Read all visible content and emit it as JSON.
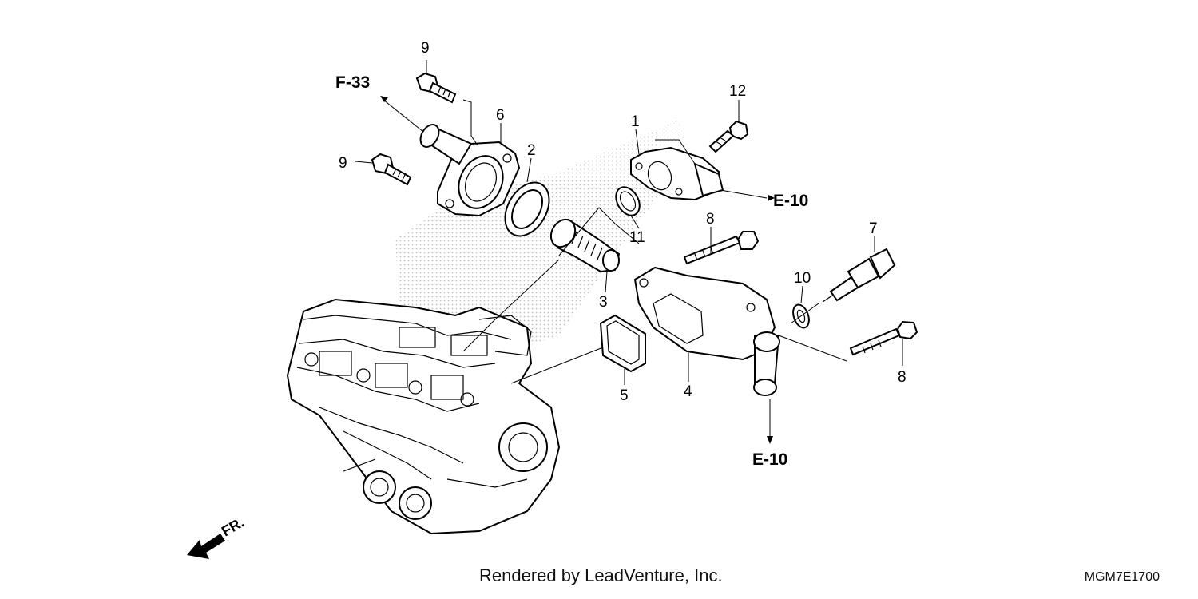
{
  "diagram": {
    "callouts": {
      "c1": "1",
      "c2": "2",
      "c3": "3",
      "c4": "4",
      "c5": "5",
      "c6": "6",
      "c7": "7",
      "c8a": "8",
      "c8b": "8",
      "c9a": "9",
      "c9b": "9",
      "c10": "10",
      "c11": "11",
      "c12": "12"
    },
    "refs": {
      "f33": "F-33",
      "e10_upper": "E-10",
      "e10_lower": "E-10",
      "front": "FR."
    }
  },
  "footer": {
    "credit": "Rendered by LeadVenture, Inc.",
    "code": "MGM7E1700"
  }
}
